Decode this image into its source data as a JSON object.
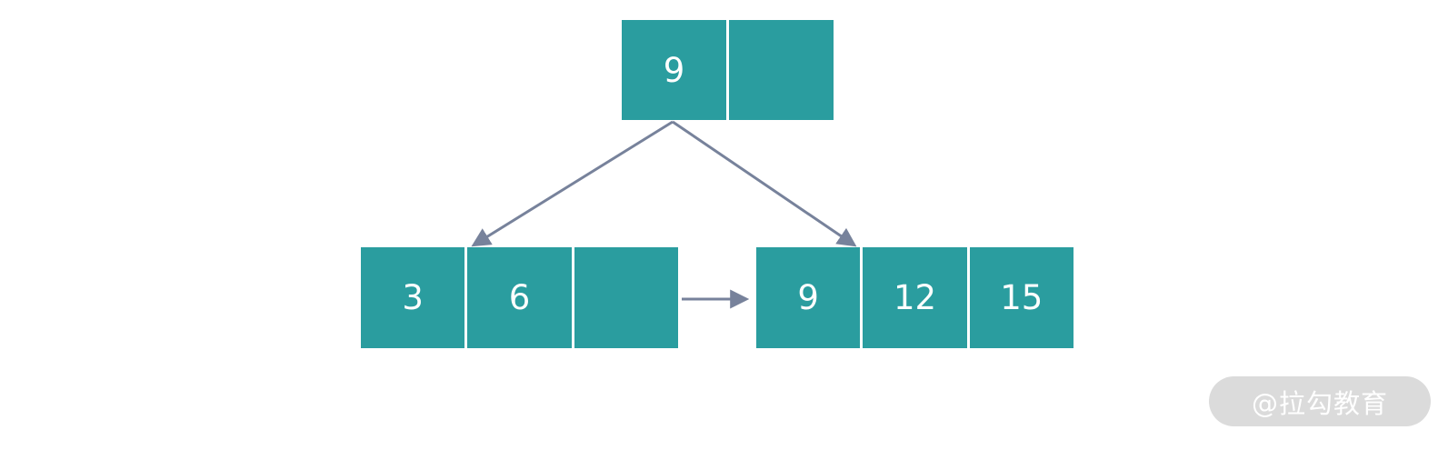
{
  "diagram": {
    "type": "b-tree",
    "nodes": {
      "root": {
        "cells": [
          "9",
          ""
        ]
      },
      "left_child": {
        "cells": [
          "3",
          "6",
          ""
        ]
      },
      "right_child": {
        "cells": [
          "9",
          "12",
          "15"
        ]
      }
    },
    "edges": [
      {
        "from": "root",
        "to": "left_child",
        "style": "diagonal-arrow"
      },
      {
        "from": "root",
        "to": "right_child",
        "style": "diagonal-arrow"
      },
      {
        "from": "left_child",
        "to": "right_child",
        "style": "horizontal-link-arrow"
      }
    ],
    "colors": {
      "node_fill": "#2A9D9F",
      "cell_divider": "#FFFFFF",
      "arrow": "#77829B",
      "cell_text": "#FFFFFF",
      "watermark_bg": "#DBDBDB",
      "watermark_text": "#FFFFFF"
    },
    "watermark": {
      "text": "@拉勾教育"
    }
  }
}
